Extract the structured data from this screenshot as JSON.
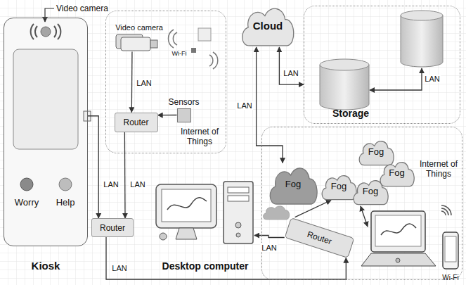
{
  "diagram": {
    "nodes": [
      {
        "text": [
          "Kiosk"
        ]
      },
      {
        "text": [
          "Internet of Things"
        ]
      },
      {
        "text": [
          "Video camera"
        ],
        "in": 1
      },
      {
        "text": [
          "Sensors"
        ],
        "in": 1
      },
      {
        "text": [
          "Router"
        ],
        "in": 1
      },
      {
        "text": [
          "Cloud"
        ]
      },
      {
        "text": [
          "Storage"
        ]
      },
      {
        "text": [
          "Router"
        ]
      },
      {
        "text": [
          "Desktop computer"
        ]
      },
      {
        "text": [
          "Internet of Things"
        ]
      },
      {
        "text": [
          "Fog"
        ],
        "in": 9
      },
      {
        "text": [
          "Fog"
        ],
        "in": 9
      },
      {
        "text": [
          "Fog"
        ],
        "in": 9
      },
      {
        "text": [
          "Fog"
        ],
        "in": 9
      },
      {
        "text": [
          "Fog"
        ],
        "in": 9
      },
      {
        "text": [
          "Router"
        ],
        "in": 9
      }
    ],
    "edges": [
      {
        "from": 2,
        "to": 4,
        "label": "LAN",
        "arrow": "to"
      },
      {
        "from": 3,
        "to": 4,
        "arrow": "to"
      },
      {
        "from": 0,
        "to": 7,
        "label": "LAN",
        "arrow": "to"
      },
      {
        "from": 4,
        "to": 7,
        "label": "LAN",
        "arrow": "to"
      },
      {
        "from": 7,
        "to": 15,
        "label": "LAN",
        "arrow": "to"
      },
      {
        "from": 15,
        "to": 8,
        "label": "LAN",
        "arrow": "to"
      },
      {
        "from": 5,
        "to": 6,
        "label": "LAN",
        "arrow": "both"
      },
      {
        "from": 5,
        "to": 10,
        "label": "LAN",
        "arrow": "both"
      },
      {
        "from": 15,
        "to": 11,
        "arrow": "to"
      }
    ],
    "labels": [
      "Video camera",
      "Worry",
      "Help",
      "Wi-Fi",
      "LAN",
      "Wi-Fi"
    ]
  }
}
